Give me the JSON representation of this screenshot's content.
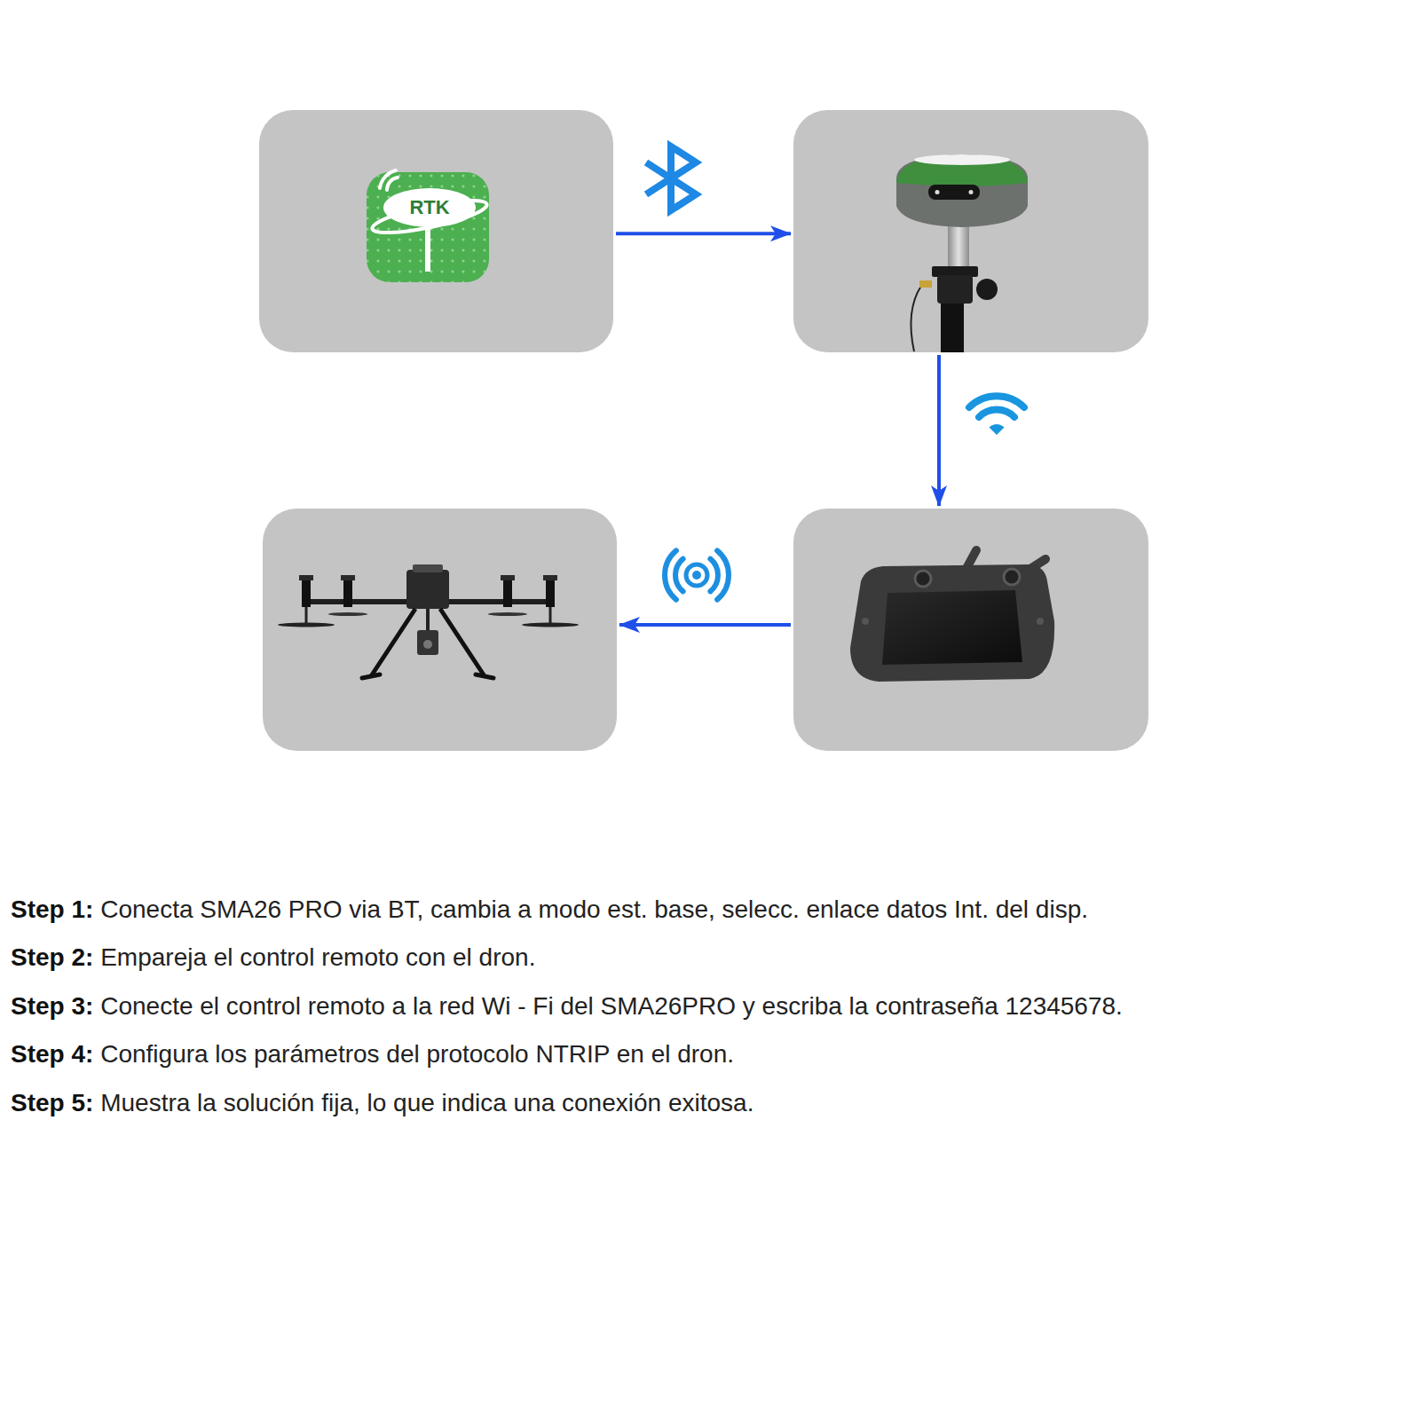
{
  "diagram": {
    "nodes": [
      {
        "text": [
          "RTK"
        ]
      },
      {
        "text": []
      },
      {
        "text": []
      },
      {
        "text": []
      }
    ],
    "edges": [
      {
        "from": 0,
        "to": 1,
        "arrow": "to"
      },
      {
        "from": 1,
        "to": 3,
        "arrow": "to"
      },
      {
        "from": 3,
        "to": 2,
        "arrow": "to"
      }
    ],
    "labels": [
      "Step 1:",
      "Conecta SMA26 PRO via BT, cambia a modo est. base, selecc. enlace datos Int. del disp.",
      "Step 2:",
      "Empareja el control remoto con el dron.",
      "Step 3:",
      "Conecte el control remoto a la red Wi - Fi del SMA26PRO y escriba la contraseña 12345678.",
      "Step 4:",
      "Configura los parámetros del protocolo NTRIP en el dron.",
      "Step 5:",
      "Muestra la solución fija, lo que indica una conexión exitosa."
    ]
  }
}
